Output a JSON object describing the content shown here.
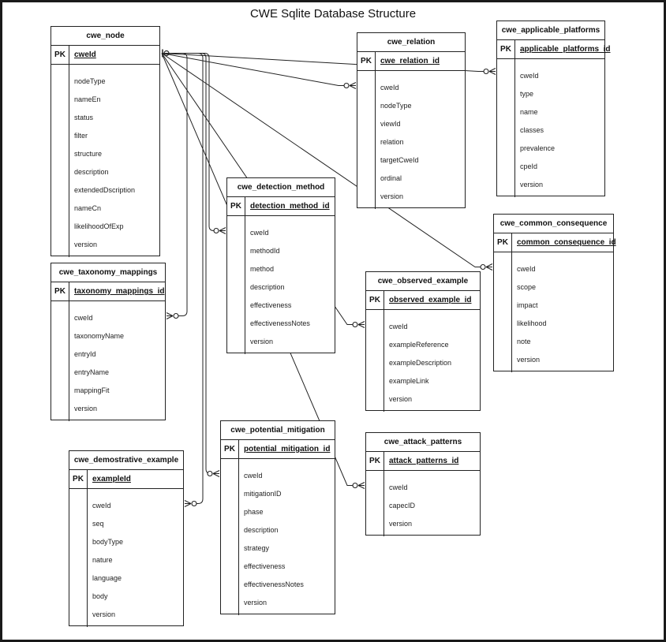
{
  "title": "CWE Sqlite Database Structure",
  "pk_label": "PK",
  "colors": {
    "line": "#222222",
    "background": "#ffffff",
    "frame": "#1a1a1a"
  },
  "entities": [
    {
      "id": "cwe_node",
      "name": "cwe_node",
      "pk": "cweId",
      "fields": [
        "nodeType",
        "nameEn",
        "status",
        "filter",
        "structure",
        "description",
        "extendedDscription",
        "nameCn",
        "likelihoodOfExp",
        "version"
      ]
    },
    {
      "id": "cwe_relation",
      "name": "cwe_relation",
      "pk": "cwe_relation_id",
      "fields": [
        "cweId",
        "nodeType",
        "viewId",
        "relation",
        "targetCweId",
        "ordinal",
        "version"
      ]
    },
    {
      "id": "cwe_applicable_platforms",
      "name": "cwe_applicable_platforms",
      "pk": "applicable_platforms_id",
      "fields": [
        "cweId",
        "type",
        "name",
        "classes",
        "prevalence",
        "cpeId",
        "version"
      ]
    },
    {
      "id": "cwe_detection_method",
      "name": "cwe_detection_method",
      "pk": "detection_method_id",
      "fields": [
        "cweId",
        "methodId",
        "method",
        "description",
        "effectiveness",
        "effectivenessNotes",
        "version"
      ]
    },
    {
      "id": "cwe_common_consequence",
      "name": "cwe_common_consequence",
      "pk": "common_consequence_id",
      "fields": [
        "cweId",
        "scope",
        "impact",
        "likelihood",
        "note",
        "version"
      ]
    },
    {
      "id": "cwe_taxonomy_mappings",
      "name": "cwe_taxonomy_mappings",
      "pk": "taxonomy_mappings_id",
      "fields": [
        "cweId",
        "taxonomyName",
        "entryId",
        "entryName",
        "mappingFit",
        "version"
      ]
    },
    {
      "id": "cwe_observed_example",
      "name": "cwe_observed_example",
      "pk": "observed_example_id",
      "fields": [
        "cweId",
        "exampleReference",
        "exampleDescription",
        "exampleLink",
        "version"
      ]
    },
    {
      "id": "cwe_potential_mitigation",
      "name": "cwe_potential_mitigation",
      "pk": "potential_mitigation_id",
      "fields": [
        "cweId",
        "mitigationID",
        "phase",
        "description",
        "strategy",
        "effectiveness",
        "effectivenessNotes",
        "version"
      ]
    },
    {
      "id": "cwe_attack_patterns",
      "name": "cwe_attack_patterns",
      "pk": "attack_patterns_id",
      "fields": [
        "cweId",
        "capecID",
        "version"
      ]
    },
    {
      "id": "cwe_demostrative_example",
      "name": "cwe_demostrative_example",
      "pk": "exampleId",
      "fields": [
        "cweId",
        "seq",
        "bodyType",
        "nature",
        "language",
        "body",
        "version"
      ]
    }
  ],
  "relationships": [
    {
      "from": "cwe_node",
      "to": "cwe_relation",
      "cardinality": "one-to-many"
    },
    {
      "from": "cwe_node",
      "to": "cwe_applicable_platforms",
      "cardinality": "one-to-many"
    },
    {
      "from": "cwe_node",
      "to": "cwe_detection_method",
      "cardinality": "one-to-many"
    },
    {
      "from": "cwe_node",
      "to": "cwe_common_consequence",
      "cardinality": "one-to-many"
    },
    {
      "from": "cwe_node",
      "to": "cwe_taxonomy_mappings",
      "cardinality": "one-to-many"
    },
    {
      "from": "cwe_node",
      "to": "cwe_observed_example",
      "cardinality": "one-to-many"
    },
    {
      "from": "cwe_node",
      "to": "cwe_potential_mitigation",
      "cardinality": "one-to-many"
    },
    {
      "from": "cwe_node",
      "to": "cwe_attack_patterns",
      "cardinality": "one-to-many"
    },
    {
      "from": "cwe_node",
      "to": "cwe_demostrative_example",
      "cardinality": "one-to-many"
    }
  ]
}
